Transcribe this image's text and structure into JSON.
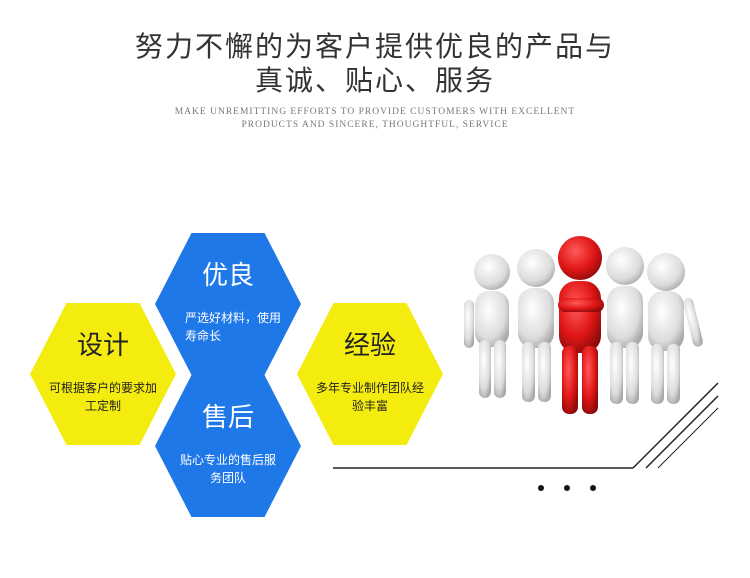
{
  "header": {
    "title_line1": "努力不懈的为客户提供优良的产品与",
    "title_line2": "真诚、贴心、服务",
    "subtitle_line1": "MAKE UNREMITTING EFFORTS TO PROVIDE CUSTOMERS WITH EXCELLENT",
    "subtitle_line2": "PRODUCTS AND SINCERE, THOUGHTFUL, SERVICE"
  },
  "hexagons": {
    "top": {
      "title": "优良",
      "desc": "严选好材料，使用寿命长",
      "color": "#1f78e8"
    },
    "left": {
      "title": "设计",
      "desc": "可根据客户的要求加工定制",
      "color": "#f4ec0f"
    },
    "right": {
      "title": "经验",
      "desc": "多年专业制作团队经验丰富",
      "color": "#f4ec0f"
    },
    "bottom": {
      "title": "售后",
      "desc": "贴心专业的售后服务团队",
      "color": "#1f78e8"
    }
  },
  "illustration": {
    "figures": "team-of-white-figures-with-red-leader-icon",
    "leader_color": "#e01616"
  }
}
